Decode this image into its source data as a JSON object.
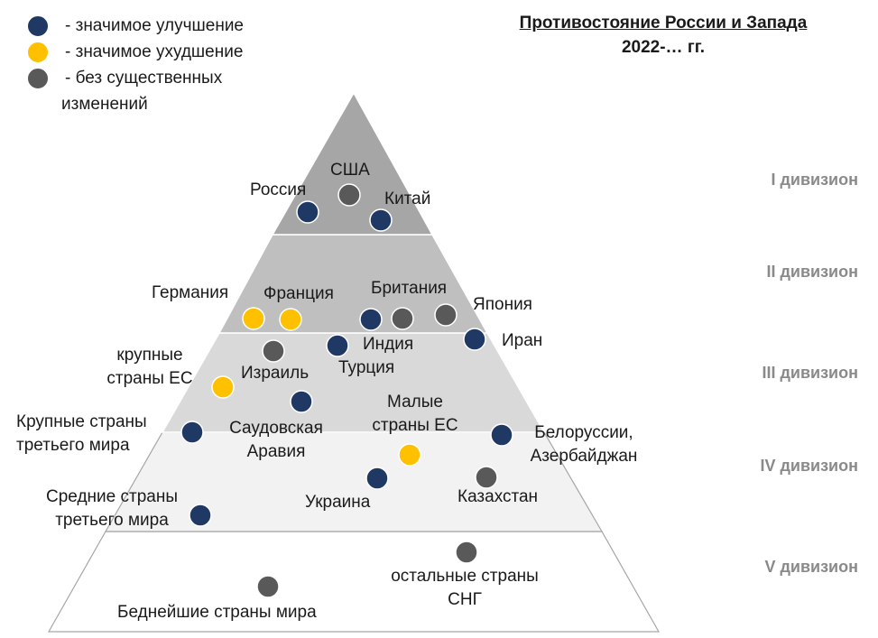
{
  "title": {
    "line1": "Противостояние России и Запада",
    "line2": "2022-… гг."
  },
  "colors": {
    "improvement": "#1f3864",
    "deterioration": "#ffc000",
    "no_change": "#595959",
    "division_text": "#8a8a8a"
  },
  "legend": [
    {
      "key": "improvement",
      "label": "- значимое улучшение"
    },
    {
      "key": "deterioration",
      "label": "- значимое ухудшение"
    },
    {
      "key": "no_change",
      "label": "- без существенных",
      "label_cont": "изменений"
    }
  ],
  "divisions": [
    "I дивизион",
    "II дивизион",
    "III дивизион",
    "IV дивизион",
    "V дивизион"
  ],
  "nodes": [
    {
      "label": "Россия",
      "status": "improvement"
    },
    {
      "label": "США",
      "status": "no_change"
    },
    {
      "label": "Китай",
      "status": "improvement"
    },
    {
      "label": "Германия",
      "status": "deterioration"
    },
    {
      "label": "Франция",
      "status": "deterioration"
    },
    {
      "label": "Британия",
      "status": "improvement"
    },
    {
      "label": "",
      "status": "no_change"
    },
    {
      "label": "Япония",
      "status": "no_change"
    },
    {
      "label": "Иран",
      "status": "improvement"
    },
    {
      "label": "Израиль",
      "status": "no_change"
    },
    {
      "label": "Индия",
      "status": "improvement"
    },
    {
      "label": "Турция",
      "status": "improvement"
    },
    {
      "label": "крупные\nстраны ЕС",
      "status": "deterioration"
    },
    {
      "label": "Крупные страны\nтретьего мира",
      "status": "improvement"
    },
    {
      "label": "Саудовская\nАравия",
      "status": "improvement"
    },
    {
      "label": "Малые\nстраны ЕС",
      "status": "deterioration"
    },
    {
      "label": "Белоруссии,\nАзербайджан",
      "status": "improvement"
    },
    {
      "label": "Украина",
      "status": "improvement"
    },
    {
      "label": "Казахстан",
      "status": "no_change"
    },
    {
      "label": "Средние страны\nтретьего мира",
      "status": "improvement"
    },
    {
      "label": "остальные страны\nСНГ",
      "status": "no_change"
    },
    {
      "label": "Беднейшие страны мира",
      "status": "no_change"
    }
  ]
}
